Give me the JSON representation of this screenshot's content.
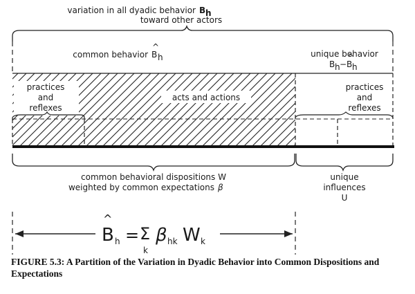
{
  "top_brace_label": {
    "line1": "variation in all dyadic behavior",
    "symbol": "B",
    "symbol_sub": "h",
    "line2": "toward other actors"
  },
  "common_behavior": {
    "label": "common behavior",
    "symbol": "B",
    "hat": "^",
    "symbol_sub": "h"
  },
  "unique_behavior": {
    "label": "unique behavior",
    "expr_a": "B",
    "expr_a_sub": "h",
    "minus": "−",
    "expr_b": "B",
    "expr_b_sub": "h"
  },
  "regions": {
    "practices_left": [
      "practices",
      "and",
      "reflexes"
    ],
    "acts": "acts and actions",
    "practices_right": [
      "practices",
      "and",
      "reflexes"
    ]
  },
  "bottom_left": {
    "line1": "common behavioral dispositions W",
    "line2": "weighted by common expectations",
    "beta": "β"
  },
  "bottom_right": [
    "unique",
    "influences",
    "U"
  ],
  "formula": {
    "lhs": "B",
    "lhs_sub": "h",
    "equals": "=",
    "sum": "Σ",
    "sum_sub": "k",
    "beta": "β",
    "beta_sub": "hk",
    "w": "W",
    "w_sub": "k"
  },
  "caption": "FIGURE 5.3: A Partition of the Variation in Dyadic Behavior into Common Dispositions and Expectations"
}
